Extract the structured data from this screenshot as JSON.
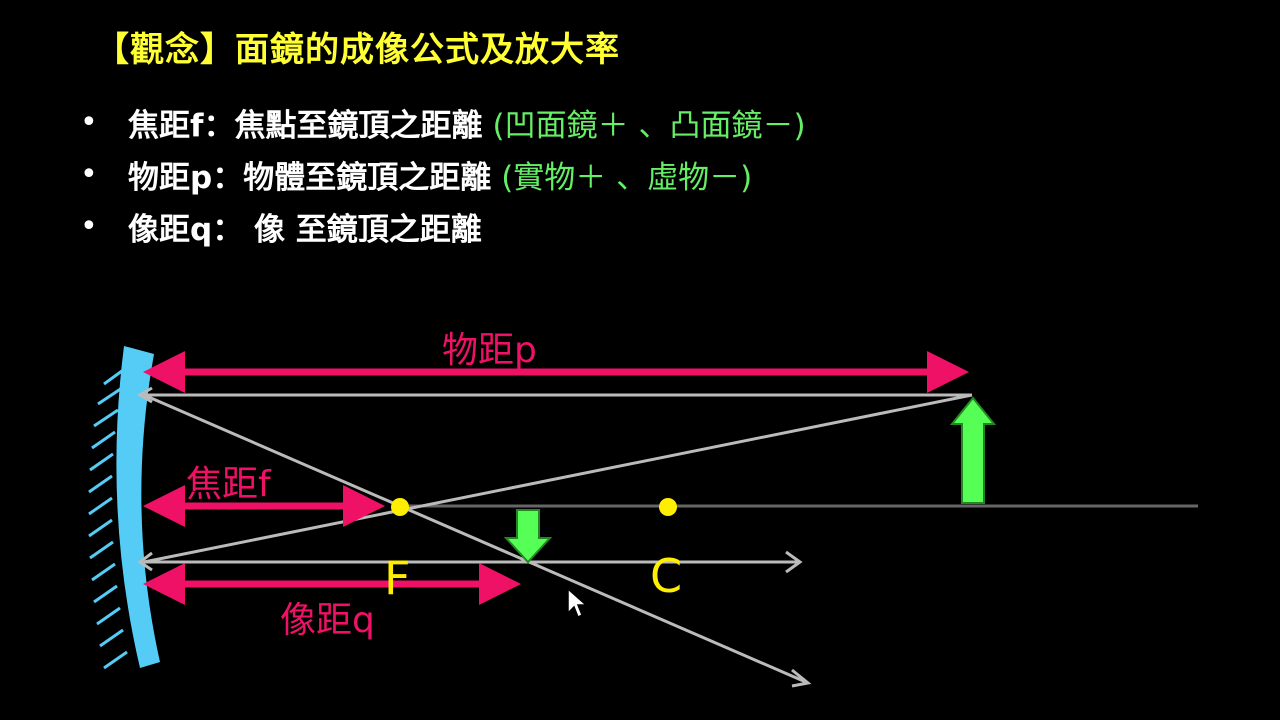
{
  "title": "【觀念】面鏡的成像公式及放大率",
  "bullets": [
    {
      "marker": "•",
      "term": "焦距f：焦點至鏡頂之距離",
      "note": "(凹面鏡＋ 、凸面鏡－)"
    },
    {
      "marker": "•",
      "term": "物距p：物體至鏡頂之距離",
      "note": "(實物＋ 、虛物－)"
    },
    {
      "marker": "•",
      "term": "像距q：  像  至鏡頂之距離",
      "note": ""
    }
  ],
  "diagram": {
    "labels": {
      "object_distance": "物距p",
      "focal_length": "焦距f",
      "image_distance": "像距q",
      "focal_point": "F",
      "center": "C"
    },
    "colors": {
      "mirror": "#55ccf5",
      "distance_arrow": "#ee1166",
      "ray": "#bbbbbb",
      "axis": "#666666",
      "object_arrow": "#55ff55",
      "point": "#ffee00"
    },
    "icons": [
      "mouse-cursor-icon"
    ]
  }
}
